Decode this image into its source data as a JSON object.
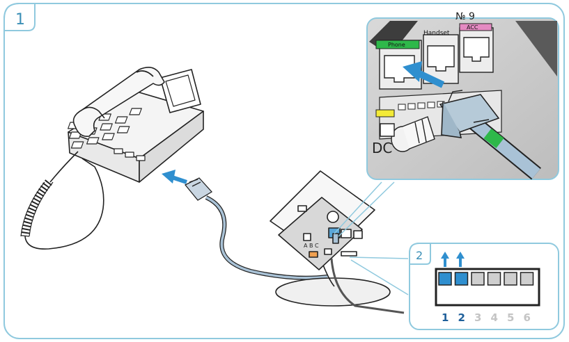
{
  "figure": {
    "step1_label": "1",
    "step2_label": "2"
  },
  "inset_port": {
    "number_label": "№ 9",
    "phone_label": "Phone",
    "handset_label": "Handset",
    "acc_label": "ACC",
    "dc_label": "DC"
  },
  "base_station": {
    "switch_letters": "A  B  C"
  },
  "dip_switch": {
    "numbers": [
      "1",
      "2",
      "3",
      "4",
      "5",
      "6"
    ],
    "on_switches": [
      1,
      2
    ]
  },
  "colors": {
    "frame": "#8fc9de",
    "accent_blue": "#2f8fcf",
    "phone_green": "#2eb84a",
    "acc_pink": "#e48ac2",
    "dc_yellow": "#f3ea37",
    "cable": "#a9c2d6",
    "dark_blue": "#1e5f9a"
  }
}
